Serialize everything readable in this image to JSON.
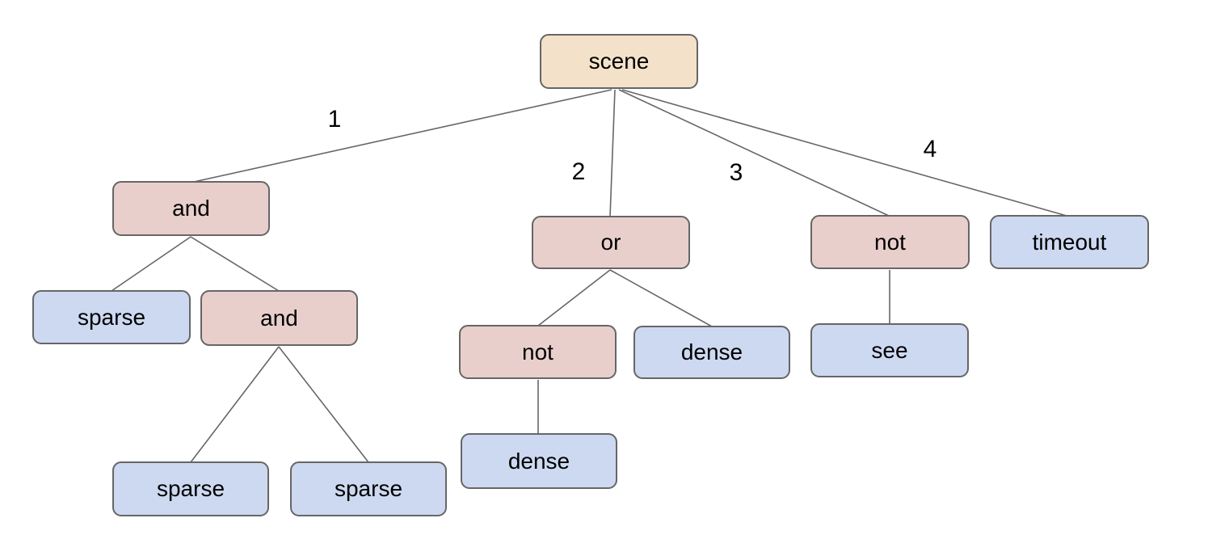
{
  "diagram_type": "tree",
  "background": "#ffffff",
  "colors": {
    "root_fill": "#f3e2c9",
    "operator_fill": "#e9cfcc",
    "leaf_fill": "#cdd9f1",
    "node_border": "#666666",
    "edge_line": "#666666",
    "text": "#000000"
  },
  "nodes": [
    {
      "id": "scene",
      "label": "scene",
      "kind": "root"
    },
    {
      "id": "and-1",
      "label": "and",
      "kind": "operator"
    },
    {
      "id": "or-1",
      "label": "or",
      "kind": "operator"
    },
    {
      "id": "not-1",
      "label": "not",
      "kind": "operator"
    },
    {
      "id": "timeout-1",
      "label": "timeout",
      "kind": "leaf"
    },
    {
      "id": "sparse-1",
      "label": "sparse",
      "kind": "leaf"
    },
    {
      "id": "and-2",
      "label": "and",
      "kind": "operator"
    },
    {
      "id": "not-2",
      "label": "not",
      "kind": "operator"
    },
    {
      "id": "dense-1",
      "label": "dense",
      "kind": "leaf"
    },
    {
      "id": "see-1",
      "label": "see",
      "kind": "leaf"
    },
    {
      "id": "sparse-2",
      "label": "sparse",
      "kind": "leaf"
    },
    {
      "id": "sparse-3",
      "label": "sparse",
      "kind": "leaf"
    },
    {
      "id": "dense-2",
      "label": "dense",
      "kind": "leaf"
    }
  ],
  "edge_labels": [
    "1",
    "2",
    "3",
    "4"
  ],
  "tree": {
    "label": "scene",
    "children": [
      {
        "edge": "1",
        "label": "and",
        "children": [
          {
            "label": "sparse"
          },
          {
            "label": "and",
            "children": [
              {
                "label": "sparse"
              },
              {
                "label": "sparse"
              }
            ]
          }
        ]
      },
      {
        "edge": "2",
        "label": "or",
        "children": [
          {
            "label": "not",
            "children": [
              {
                "label": "dense"
              }
            ]
          },
          {
            "label": "dense"
          }
        ]
      },
      {
        "edge": "3",
        "label": "not",
        "children": [
          {
            "label": "see"
          }
        ]
      },
      {
        "edge": "4",
        "label": "timeout"
      }
    ]
  }
}
